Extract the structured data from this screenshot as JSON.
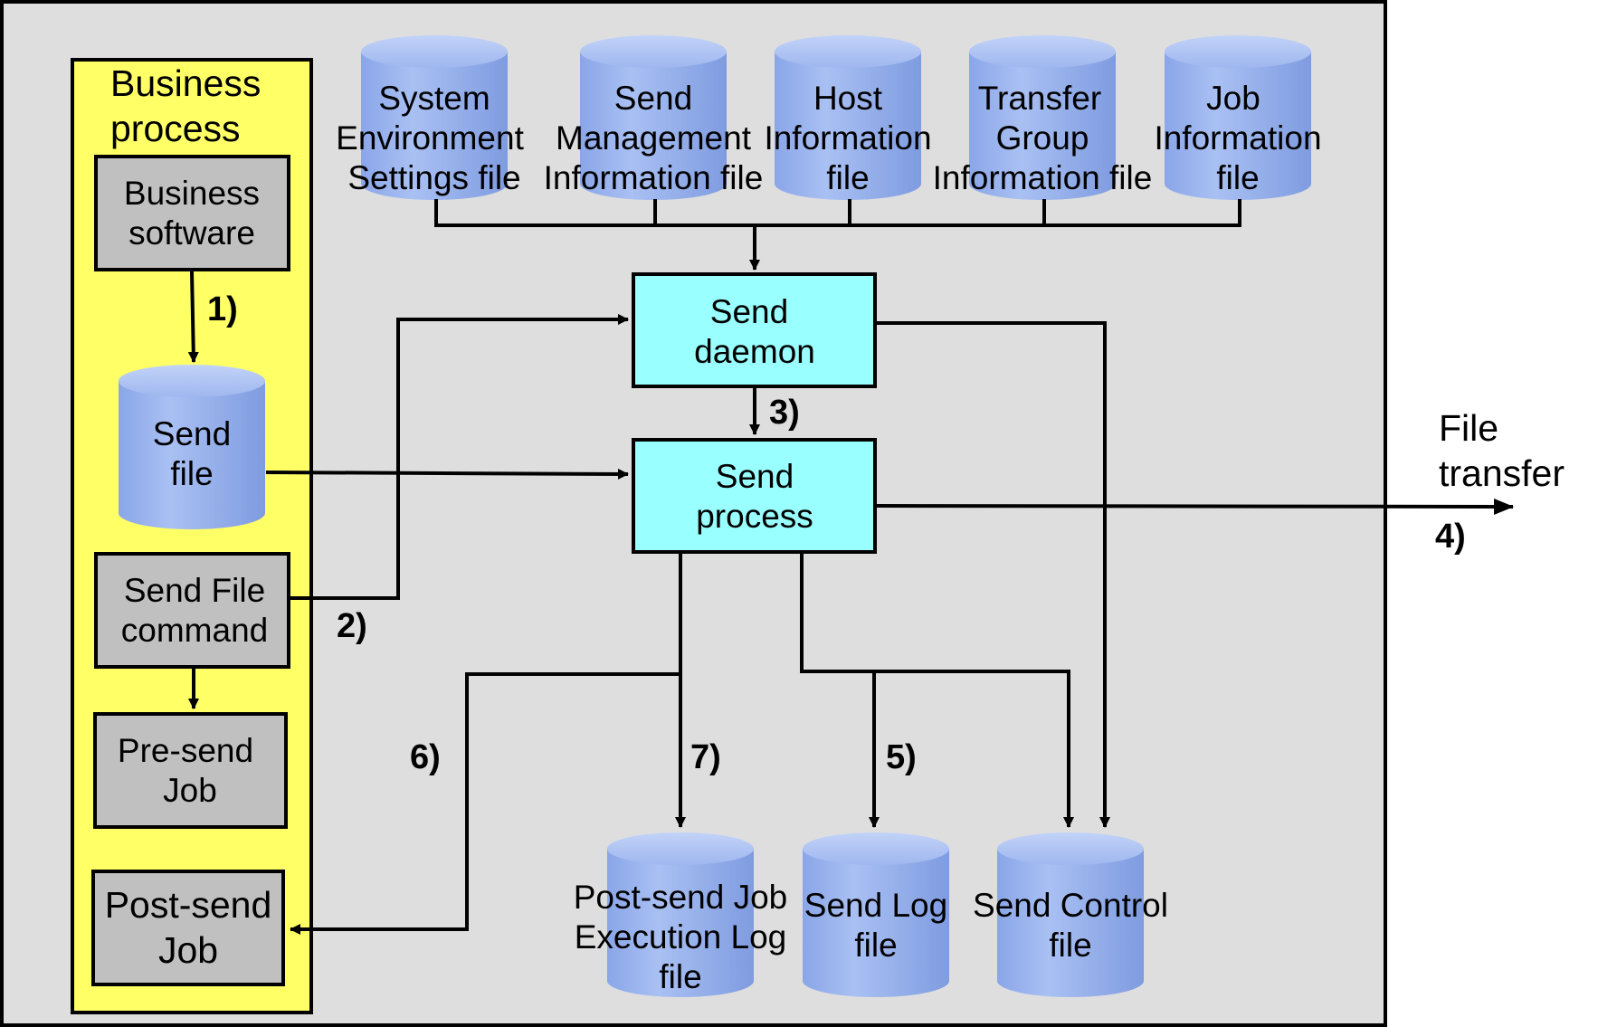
{
  "business_process": {
    "title": [
      "Business",
      "process"
    ],
    "business_software": [
      "Business",
      "software"
    ],
    "send_file": [
      "Send",
      "file"
    ],
    "send_file_command": [
      "Send File",
      "command"
    ],
    "pre_send_job": [
      "Pre-send",
      "Job"
    ],
    "post_send_job": [
      "Post-send",
      "Job"
    ]
  },
  "files_top": {
    "system_env": [
      "System",
      "Environment",
      "Settings file"
    ],
    "send_mgmt": [
      "Send",
      "Management",
      "Information file"
    ],
    "host_info": [
      "Host",
      "Information",
      "file"
    ],
    "transfer_group": [
      "Transfer",
      "Group",
      "Information file"
    ],
    "job_info": [
      "Job",
      "Information",
      "file"
    ]
  },
  "processes": {
    "send_daemon": [
      "Send",
      "daemon"
    ],
    "send_process": [
      "Send",
      "process"
    ]
  },
  "files_bottom": {
    "post_send_log": [
      "Post-send Job",
      "Execution Log",
      "file"
    ],
    "send_log": [
      "Send Log",
      "file"
    ],
    "send_control": [
      "Send Control",
      "file"
    ]
  },
  "external": {
    "file_transfer": [
      "File",
      "transfer"
    ]
  },
  "steps": {
    "s1": "1)",
    "s2": "2)",
    "s3": "3)",
    "s4": "4)",
    "s5": "5)",
    "s6": "6)",
    "s7": "7)"
  },
  "colors": {
    "panel": "#dedede",
    "business": "#ffff66",
    "gray_box": "#c0c0c0",
    "process": "#99ffff",
    "cylinder": "#99b3ee"
  }
}
